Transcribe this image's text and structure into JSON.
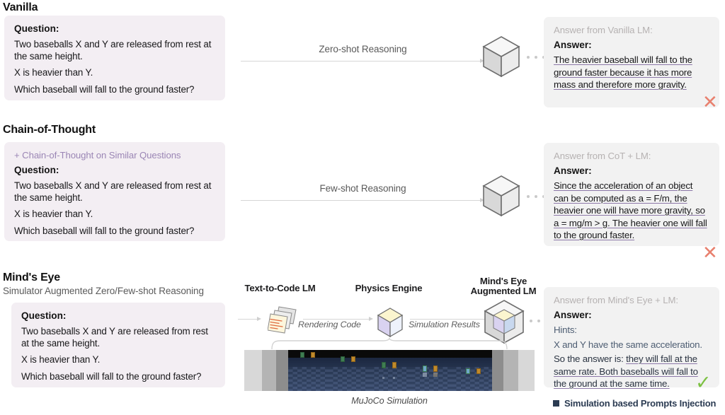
{
  "sections": [
    {
      "id": "vanilla",
      "title": "Vanilla",
      "subtitle": "",
      "cot_prefix": "",
      "question_label": "Question:",
      "question_lines": [
        "Two baseballs X and Y are released from rest at the same height.",
        "X is heavier than Y.",
        "Which baseball will fall to the ground faster?"
      ],
      "arrow_label": "Zero-shot Reasoning",
      "answer_header": "Answer from Vanilla LM:",
      "answer_label": "Answer:",
      "answer_text": "The heavier baseball will fall to the ground faster because it has more mass and therefore more gravity.",
      "verdict": "wrong",
      "verdict_glyph": "✕"
    },
    {
      "id": "cot",
      "title": "Chain-of-Thought",
      "subtitle": "",
      "cot_prefix": "+ Chain-of-Thought on Similar Questions",
      "question_label": "Question:",
      "question_lines": [
        "Two baseballs X and Y are released from rest at the same height.",
        "X is heavier than Y.",
        "Which baseball will fall to the ground faster?"
      ],
      "arrow_label": "Few-shot Reasoning",
      "answer_header": "Answer from CoT + LM:",
      "answer_label": "Answer:",
      "answer_text": "Since the acceleration of an object can be computed as a = F/m, the heavier one will have more gravity, so a = mg/m > g. The heavier one will fall to the ground faster.",
      "verdict": "wrong",
      "verdict_glyph": "✕"
    },
    {
      "id": "minds-eye",
      "title": "Mind's Eye",
      "subtitle": "Simulator Augmented Zero/Few-shot Reasoning",
      "cot_prefix": "",
      "question_label": "Question:",
      "question_lines": [
        "Two baseballs X and Y are released from rest at the same height.",
        "X is heavier than Y.",
        "Which baseball will fall to the ground faster?"
      ],
      "arrow_label": "",
      "answer_header": "Answer from Mind's Eye + LM:",
      "answer_label": "Answer:",
      "hints_label": "Hints:",
      "hint_text": "X and Y have the same acceleration.",
      "answer_prefix": "So the answer is: ",
      "answer_text": "they will fall at the same rate. Both baseballs will fall to the ground at the same time.",
      "verdict": "right",
      "verdict_glyph": "✓"
    }
  ],
  "pipeline": {
    "stages": [
      {
        "label": "Text-to-Code LM",
        "icon": "document-stack-icon"
      },
      {
        "label": "Physics Engine",
        "icon": "colored-cube-icon"
      },
      {
        "label": "Mind's Eye\nAugmented LM",
        "icon": "nested-cube-icon"
      }
    ],
    "stage_labels": [
      "Text-to-Code LM",
      "Physics Engine",
      "Mind's Eye",
      "Augmented LM"
    ],
    "flow_labels": [
      "Rendering Code",
      "Simulation Results"
    ],
    "simulation_caption": "MuJoCo Simulation",
    "simulation_frames": 5
  },
  "legend": {
    "swatch_color": "#2b3b52",
    "label": "Simulation based Prompts Injection"
  },
  "colors": {
    "question_card_bg": "#f3eef3",
    "answer_card_bg": "#f2f2f2",
    "cot_text": "#9b86b5",
    "underline": "#8c78a8",
    "wrong": "#e8806e",
    "right": "#7cc142",
    "arrow": "#d6d6d6",
    "hint_text": "#4d5d72"
  }
}
